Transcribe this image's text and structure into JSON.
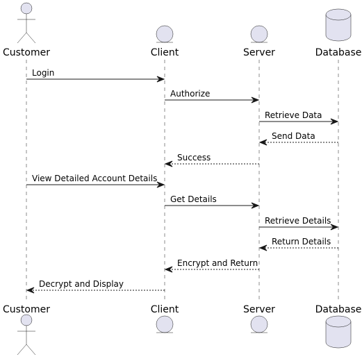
{
  "participants": [
    {
      "id": "customer",
      "label": "Customer",
      "kind": "actor"
    },
    {
      "id": "client",
      "label": "Client",
      "kind": "entity"
    },
    {
      "id": "server",
      "label": "Server",
      "kind": "entity"
    },
    {
      "id": "database",
      "label": "Database",
      "kind": "database"
    }
  ],
  "messages": [
    {
      "from": "customer",
      "to": "client",
      "label": "Login",
      "style": "solid"
    },
    {
      "from": "client",
      "to": "server",
      "label": "Authorize",
      "style": "solid"
    },
    {
      "from": "server",
      "to": "database",
      "label": "Retrieve Data",
      "style": "solid"
    },
    {
      "from": "database",
      "to": "server",
      "label": "Send Data",
      "style": "dashed"
    },
    {
      "from": "server",
      "to": "client",
      "label": "Success",
      "style": "dashed"
    },
    {
      "from": "customer",
      "to": "client",
      "label": "View Detailed Account Details",
      "style": "solid"
    },
    {
      "from": "client",
      "to": "server",
      "label": "Get Details",
      "style": "solid"
    },
    {
      "from": "server",
      "to": "database",
      "label": "Retrieve Details",
      "style": "solid"
    },
    {
      "from": "database",
      "to": "server",
      "label": "Return Details",
      "style": "dashed"
    },
    {
      "from": "server",
      "to": "client",
      "label": "Encrypt and Return",
      "style": "dashed"
    },
    {
      "from": "client",
      "to": "customer",
      "label": "Decrypt and Display",
      "style": "dashed"
    }
  ],
  "colors": {
    "participant_fill": "#E2E2F0",
    "line": "#181818",
    "background": "#FFFFFF"
  }
}
